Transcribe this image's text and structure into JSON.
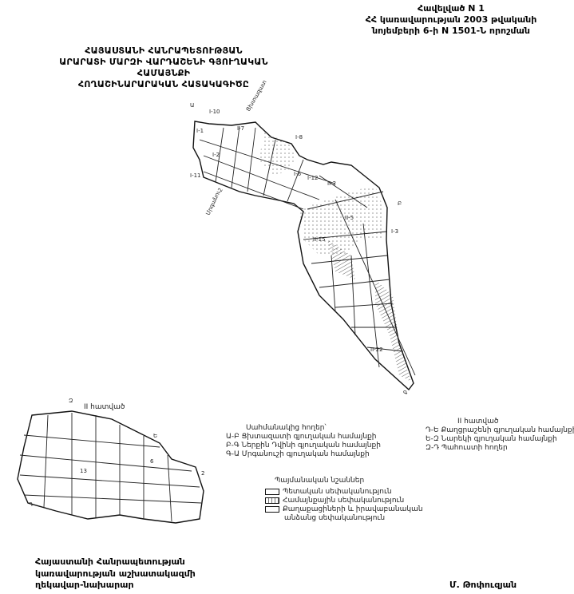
{
  "header": {
    "lines": [
      "Հավելված N 1",
      "ՀՀ կառավարության 2003 թվականի",
      "նոյեմբերի 6-ի N 1501-Ն որոշման"
    ]
  },
  "title": {
    "lines": [
      "ՀԱՅԱՍՏԱՆԻ ՀԱՆՐԱՊԵՏՈՒԹՅԱՆ",
      "ԱՐԱՐԱՏԻ ՄԱՐԶԻ ՎԱՐԴԱՇԵՆԻ ԳՅՈՒՂԱԿԱՆ ՀԱՄԱՅՆՔԻ",
      "ՀՈՂԱՇԻՆԱՐԱՐԱԿԱՆ ՀԱՏԱԿԱԳԻԾԸ"
    ]
  },
  "map": {
    "labels": [
      "Ա",
      "I-10",
      "I-1",
      "I-7",
      "I-2",
      "I-11",
      "I-8",
      "I-6",
      "I-12",
      "II-2",
      "II-5",
      "Բ",
      "I-3",
      "II-15",
      "II-22",
      "Գ",
      "Մրգանուշ",
      "Ցխտազատ"
    ],
    "section2_title": "II հատված",
    "section2_labels": [
      "Զ",
      "Ե",
      "Դ",
      "13",
      "6",
      "2"
    ]
  },
  "legend": {
    "adjacent_title": "Սահմանակից հողեր՝",
    "adjacent": [
      "Ա-Բ Ցխտազատի գյուղական համայնքի",
      "Բ-Գ Ներքին Դվինի գյուղական համայնքի",
      "Գ-Ա Մրգանուշի գյուղական համայնքի"
    ],
    "section2_title": "II հատված",
    "section2": [
      "Դ-Ե Քաղցրաշենի գյուղական համայնքի",
      "Ե-Զ Նարեկի գյուղական համայնքի",
      "Զ-Դ Պահուստի հողեր"
    ],
    "symbols_title": "Պայմանական նշաններ",
    "symbols": [
      "Պետական սեփականություն",
      "Համայնքային սեփականություն",
      "Քաղաքացիների և իրավաբանական",
      "անձանց սեփականություն"
    ]
  },
  "footer": {
    "lines": [
      "Հայաստանի Հանրապետության",
      "կառավարության աշխատակազմի",
      "ղեկավար-նախարար"
    ],
    "signature": "Մ. Թոփուզյան"
  }
}
